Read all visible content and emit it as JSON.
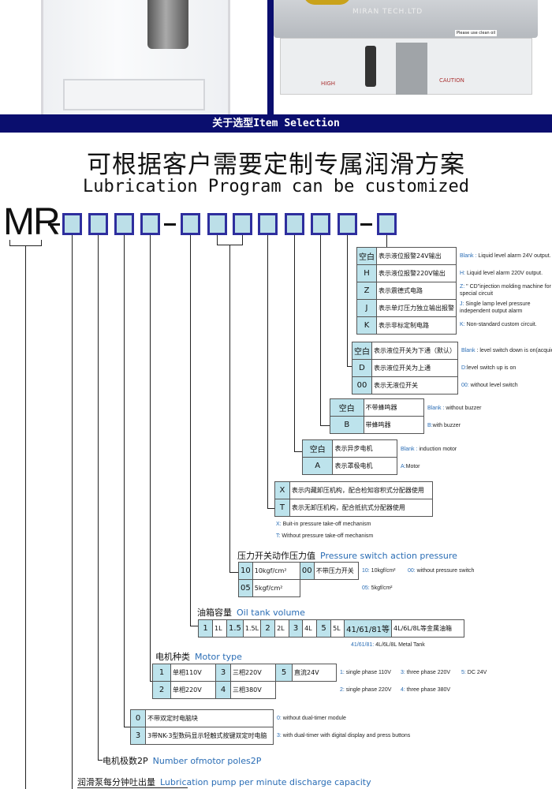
{
  "photos": {
    "left_alt": "",
    "right_labels": [
      "MIRAN TECH.LTD",
      "Please use clean oil",
      "HIGH",
      "CAUTION"
    ]
  },
  "banner": "关于选型Item Selection",
  "title_cn": "可根据客户需要定制专属润滑方案",
  "title_en": "Lubrication Program can be customized",
  "model_prefix": "MR",
  "colors": {
    "box_fill": "#bcdfe8",
    "box_border": "#2e2e9e",
    "code_cell": "#bde3ec",
    "accent": "#2a6db5",
    "banner": "#0a0e6e"
  },
  "tables": {
    "circuit": {
      "rows": [
        [
          "空白",
          "表示液位报警24V输出"
        ],
        [
          "H",
          "表示液位报警220V输出"
        ],
        [
          "Z",
          "表示震德式电路"
        ],
        [
          "J",
          "表示单灯压力独立输出报警"
        ],
        [
          "K",
          "表示非标定制电路"
        ]
      ],
      "notes": [
        {
          "k": "Blank :",
          "v": " Liquid level alarm 24V output."
        },
        {
          "k": "H:",
          "v": " Liquid level alarm 220V output."
        },
        {
          "k": "Z:",
          "v": " \" CD\"injection molding machine for special circuit"
        },
        {
          "k": "J:",
          "v": " Single lamp level pressure independent output alarm"
        },
        {
          "k": "K:",
          "v": " Non-standard custom circuit."
        }
      ]
    },
    "level_switch": {
      "rows": [
        [
          "空白",
          "表示液位开关为下通（默认）"
        ],
        [
          "D",
          "表示液位开关为上通"
        ],
        [
          "00",
          "表示无液位开关"
        ]
      ],
      "notes": [
        {
          "k": "Blank",
          "v": " : level switch down is on(acquiesce in)"
        },
        {
          "k": "D:",
          "v": "level switch up is on"
        },
        {
          "k": "00:",
          "v": " without level switch"
        }
      ]
    },
    "buzzer": {
      "rows": [
        [
          "空白",
          "不带蜂鸣器"
        ],
        [
          "B",
          "带蜂鸣器"
        ]
      ],
      "notes": [
        {
          "k": "Blank :",
          "v": " without buzzer"
        },
        {
          "k": "B:",
          "v": "with buzzer"
        }
      ]
    },
    "motor": {
      "rows": [
        [
          "空白",
          "表示异步电机"
        ],
        [
          "A",
          "表示罩极电机"
        ]
      ],
      "notes": [
        {
          "k": "Blank :",
          "v": " induction motor"
        },
        {
          "k": "A:",
          "v": "Motor"
        }
      ]
    },
    "pressure_relief": {
      "rows": [
        [
          "X",
          "表示内藏卸压机构，配合检知容积式分配器使用"
        ],
        [
          "T",
          "表示无卸压机构，配合抵抗式分配器使用"
        ]
      ],
      "notes": [
        {
          "k": "X:",
          "v": " Buit-in pressure take-off mechanism"
        },
        {
          "k": "T:",
          "v": " Without pressure take-off mechanism"
        }
      ]
    },
    "pressure_switch": {
      "title_cn": "压力开关动作压力值",
      "title_en": "Pressure switch action pressure",
      "rows": [
        [
          "10",
          "10kgf/cm²",
          "00",
          "不带压力开关"
        ],
        [
          "05",
          "5kgf/cm²"
        ]
      ],
      "notes": [
        {
          "k": "10:",
          "v": " 10kgf/cm²"
        },
        {
          "k": "00:",
          "v": " without pressure switch"
        },
        {
          "k": "05:",
          "v": " 5kgf/cm²"
        }
      ]
    },
    "oil_tank": {
      "title_cn": "油箱容量",
      "title_en": "Oil tank volume",
      "rows": [
        [
          "1",
          "1L",
          "1.5",
          "1.5L",
          "2",
          "2L",
          "3",
          "4L",
          "5",
          "5L",
          "41/61/81等",
          "4L/6L/8L等金属油箱"
        ]
      ],
      "notes": [
        {
          "k": "41/61/81:",
          "v": " 4L/6L/8L Metal Tank"
        }
      ]
    },
    "motor_type": {
      "title_cn": "电机种类",
      "title_en": "Motor type",
      "rows": [
        [
          "1",
          "单相110V",
          "3",
          "三相220V",
          "5",
          "直流24V"
        ],
        [
          "2",
          "单相220V",
          "4",
          "三相380V"
        ]
      ],
      "notes": [
        {
          "k": "1:",
          "v": " single phase 110V"
        },
        {
          "k": "3:",
          "v": " three phase 220V"
        },
        {
          "k": "5:",
          "v": " DC 24V"
        },
        {
          "k": "2:",
          "v": " single phase 220V"
        },
        {
          "k": "4:",
          "v": " three phase 380V"
        }
      ]
    },
    "timer": {
      "rows": [
        [
          "0",
          "不带双定时电脑块"
        ],
        [
          "3",
          "3带NK-3型数码显示轻触式按键双定时电脑"
        ]
      ],
      "notes": [
        {
          "k": "0:",
          "v": " without dual-timer module"
        },
        {
          "k": "3:",
          "v": " with dual-timer with digital display and press buttons"
        }
      ]
    }
  },
  "poles": {
    "title_cn": "电机极数2P",
    "title_en": "Number ofmotor poles2P"
  },
  "discharge": {
    "title_cn": "润滑泵每分钟吐出量",
    "title_en": "Lubrication pump per minute discharge capacity"
  }
}
